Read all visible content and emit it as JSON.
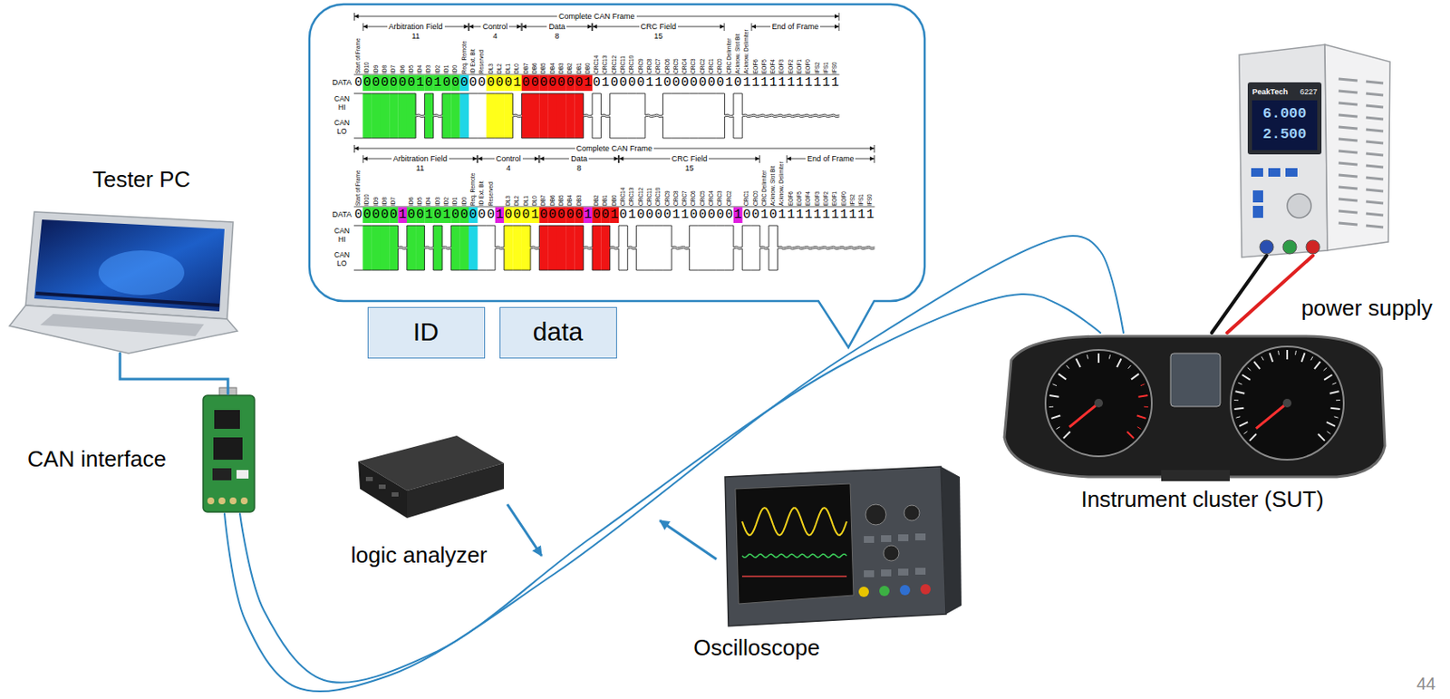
{
  "diagram": {
    "nodes": [
      {
        "text": [
          "Tester PC"
        ]
      },
      {
        "text": [
          "CAN interface"
        ]
      },
      {
        "text": [
          "logic analyzer"
        ]
      },
      {
        "text": [
          "Oscilloscope"
        ]
      },
      {
        "text": [
          "Instrument cluster (SUT)"
        ]
      },
      {
        "text": [
          "power supply"
        ]
      },
      {
        "text": [
          "ID"
        ]
      },
      {
        "text": [
          "data"
        ]
      }
    ],
    "edges": [
      {
        "from": 0,
        "to": 1,
        "arrow": "none"
      },
      {
        "from": 1,
        "to": 4,
        "arrow": "none"
      },
      {
        "from": 1,
        "to": 4,
        "arrow": "none"
      },
      {
        "from": 5,
        "to": 4,
        "arrow": "none"
      },
      {
        "from": 5,
        "to": 4,
        "arrow": "none"
      }
    ],
    "labels": [
      "Complete CAN Frame",
      "Arbitration Field",
      "11",
      "Control",
      "4",
      "Data",
      "8",
      "CRC Field",
      "15",
      "End of Frame",
      "Start of Frame",
      "ID10",
      "ID9",
      "ID8",
      "ID7",
      "ID6",
      "ID5",
      "ID4",
      "ID3",
      "ID2",
      "ID1",
      "ID0",
      "Req. Remote",
      "ID Ext. Bit",
      "Reserved",
      "DL3",
      "DL2",
      "DL1",
      "DL0",
      "DB7",
      "DB6",
      "DB5",
      "DB4",
      "DB3",
      "DB2",
      "DB1",
      "DB0",
      "CRC14",
      "CRC13",
      "CRC12",
      "CRC11",
      "CRC10",
      "CRC9",
      "CRC8",
      "CRC7",
      "CRC6",
      "CRC5",
      "CRC4",
      "CRC3",
      "CRC2",
      "CRC1",
      "CRC0",
      "CRC Delimiter",
      "Acknow. Slot Bit",
      "Acknow. Delimiter",
      "EOF6",
      "EOF5",
      "EOF4",
      "EOF3",
      "EOF2",
      "EOF1",
      "EOF0",
      "IFS2",
      "IFS1",
      "IFS0",
      "DATA",
      "0000000101000000001000000010100001100000001011111111111",
      "CAN HI",
      "CAN LO",
      "Complete CAN Frame",
      "Arbitration Field",
      "11",
      "Control",
      "4",
      "Data",
      "8",
      "CRC Field",
      "15",
      "End of Frame",
      "Start of Frame",
      "ID10",
      "ID9",
      "ID8",
      "ID7",
      "ID6",
      "ID5",
      "ID4",
      "ID3",
      "ID2",
      "ID1",
      "ID0",
      "Req. Remote",
      "ID Ext. Bit",
      "Reserved",
      "DL3",
      "DL2",
      "DL1",
      "DL0",
      "DB7",
      "DB6",
      "DB5",
      "DB4",
      "DB3",
      "DB2",
      "DB1",
      "DB0",
      "CRC14",
      "CRC13",
      "CRC12",
      "CRC11",
      "CRC10",
      "CRC9",
      "CRC8",
      "CRC7",
      "CRC6",
      "CRC5",
      "CRC4",
      "CRC3",
      "CRC2",
      "CRC1",
      "CRC0",
      "CRC Delimiter",
      "Acknow. Slot Bit",
      "Acknow. Delimiter",
      "EOF6",
      "EOF5",
      "EOF4",
      "EOF3",
      "EOF2",
      "EOF1",
      "EOF0",
      "IFS2",
      "IFS1",
      "IFS0",
      "DATA",
      "00000100101000001000100000100101000011000001001011111111111",
      "CAN HI",
      "CAN LO",
      "PeakTech",
      "6227",
      "6.000",
      "2.500",
      "44"
    ]
  }
}
